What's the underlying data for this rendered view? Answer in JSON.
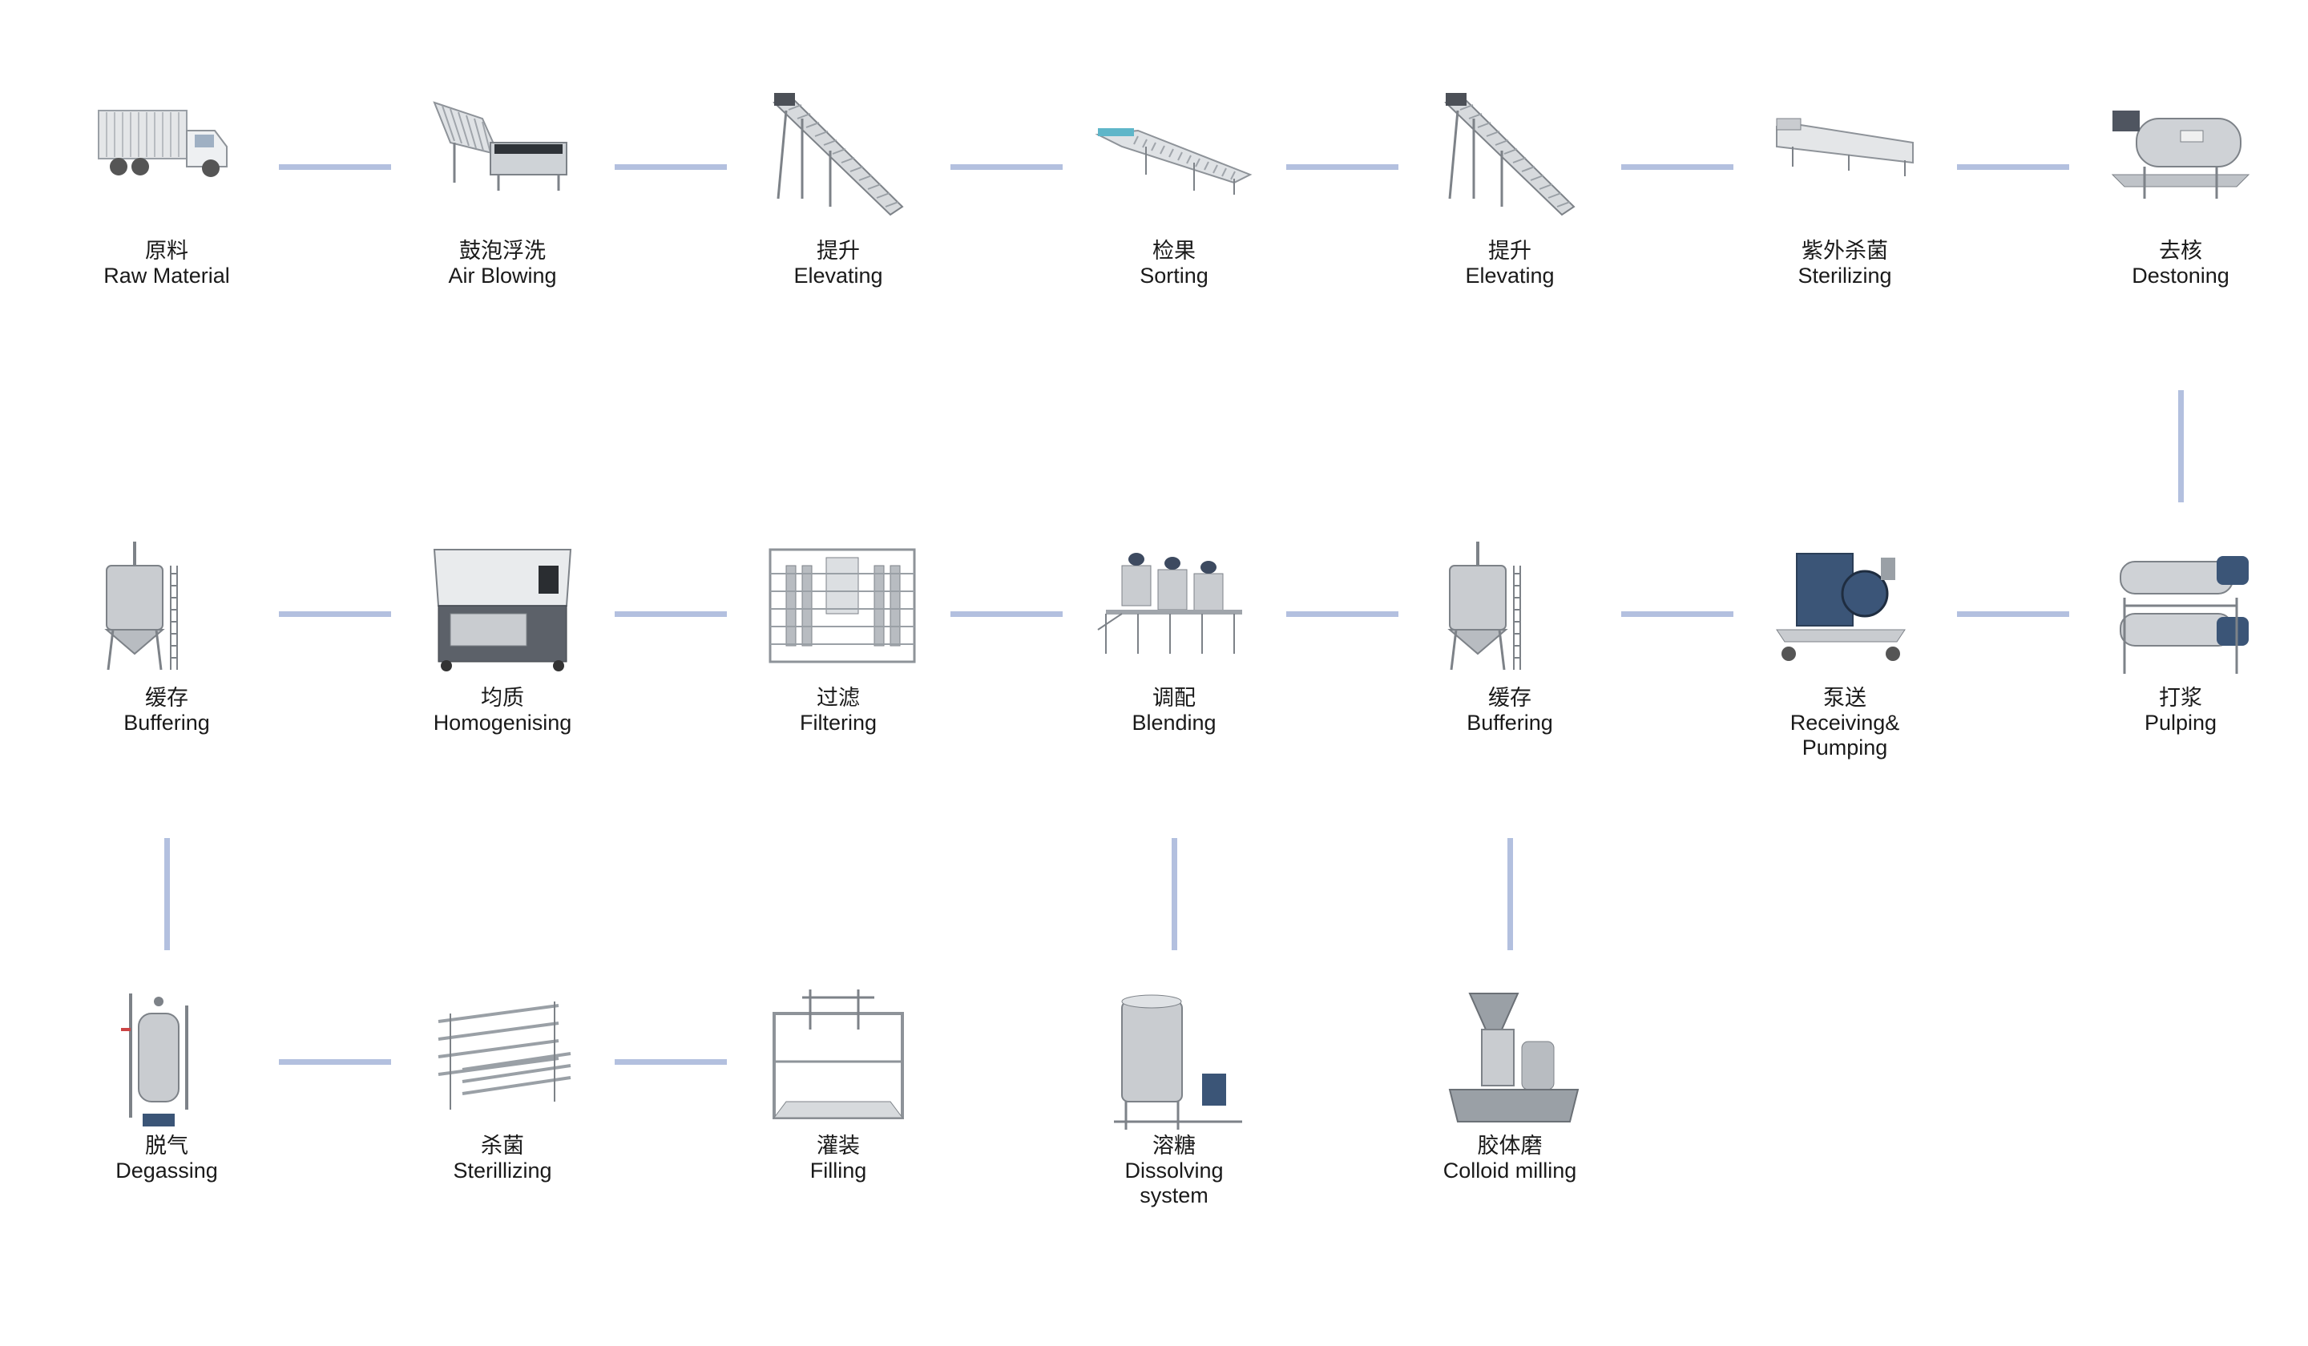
{
  "steps": [
    {
      "id": "raw-material",
      "zh": "原料",
      "en": [
        "Raw Material"
      ],
      "icon": "truck-icon"
    },
    {
      "id": "air-blowing",
      "zh": "鼓泡浮洗",
      "en": [
        "Air Blowing"
      ],
      "icon": "bubble-washer-icon"
    },
    {
      "id": "elevating-1",
      "zh": "提升",
      "en": [
        "Elevating"
      ],
      "icon": "elevator-conveyor-icon"
    },
    {
      "id": "sorting",
      "zh": "检果",
      "en": [
        "Sorting"
      ],
      "icon": "sorting-conveyor-icon"
    },
    {
      "id": "elevating-2",
      "zh": "提升",
      "en": [
        "Elevating"
      ],
      "icon": "elevator-conveyor-icon"
    },
    {
      "id": "sterilizing-uv",
      "zh": "紫外杀菌",
      "en": [
        "Sterilizing"
      ],
      "icon": "uv-sterilizer-icon"
    },
    {
      "id": "destoning",
      "zh": "去核",
      "en": [
        "Destoning"
      ],
      "icon": "destoner-icon"
    },
    {
      "id": "pulping",
      "zh": "打浆",
      "en": [
        "Pulping"
      ],
      "icon": "pulper-icon"
    },
    {
      "id": "receiving-pumping",
      "zh": "泵送",
      "en": [
        "Receiving&",
        "Pumping"
      ],
      "icon": "pump-cart-icon"
    },
    {
      "id": "buffering-2",
      "zh": "缓存",
      "en": [
        "Buffering"
      ],
      "icon": "buffer-tank-icon"
    },
    {
      "id": "blending",
      "zh": "调配",
      "en": [
        "Blending"
      ],
      "icon": "blending-tanks-icon"
    },
    {
      "id": "filtering",
      "zh": "过滤",
      "en": [
        "Filtering"
      ],
      "icon": "filter-skid-icon"
    },
    {
      "id": "homogenising",
      "zh": "均质",
      "en": [
        "Homogenising"
      ],
      "icon": "homogenizer-icon"
    },
    {
      "id": "buffering-1",
      "zh": "缓存",
      "en": [
        "Buffering"
      ],
      "icon": "buffer-tank-icon"
    },
    {
      "id": "degassing",
      "zh": "脱气",
      "en": [
        "Degassing"
      ],
      "icon": "degasser-icon"
    },
    {
      "id": "sterillizing",
      "zh": "杀菌",
      "en": [
        "Sterillizing"
      ],
      "icon": "tube-sterilizer-icon"
    },
    {
      "id": "filling",
      "zh": "灌装",
      "en": [
        "Filling"
      ],
      "icon": "filler-frame-icon"
    },
    {
      "id": "dissolving",
      "zh": "溶糖",
      "en": [
        "Dissolving",
        "system"
      ],
      "icon": "dissolving-tank-icon"
    },
    {
      "id": "colloid-milling",
      "zh": "胶体磨",
      "en": [
        "Colloid milling"
      ],
      "icon": "colloid-mill-icon"
    }
  ],
  "edges": [
    [
      "raw-material",
      "air-blowing"
    ],
    [
      "air-blowing",
      "elevating-1"
    ],
    [
      "elevating-1",
      "sorting"
    ],
    [
      "sorting",
      "elevating-2"
    ],
    [
      "elevating-2",
      "sterilizing-uv"
    ],
    [
      "sterilizing-uv",
      "destoning"
    ],
    [
      "destoning",
      "pulping"
    ],
    [
      "pulping",
      "receiving-pumping"
    ],
    [
      "receiving-pumping",
      "buffering-2"
    ],
    [
      "buffering-2",
      "blending"
    ],
    [
      "blending",
      "filtering"
    ],
    [
      "filtering",
      "homogenising"
    ],
    [
      "homogenising",
      "buffering-1"
    ],
    [
      "buffering-1",
      "degassing"
    ],
    [
      "degassing",
      "sterillizing"
    ],
    [
      "sterillizing",
      "filling"
    ],
    [
      "dissolving",
      "blending"
    ],
    [
      "colloid-milling",
      "buffering-2"
    ]
  ],
  "colors": {
    "connector": "#b3c0df",
    "steel": "#c9ccd0",
    "steel_dark": "#8e9399",
    "motor_blue": "#3b5577"
  }
}
